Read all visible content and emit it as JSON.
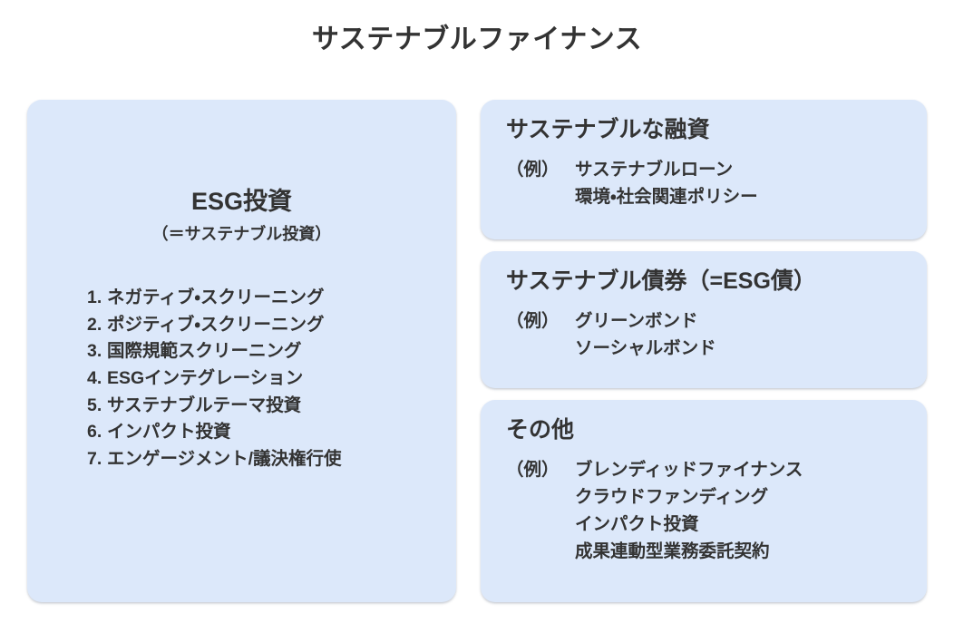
{
  "title": "サステナブルファイナンス",
  "colors": {
    "page_background": "#ffffff",
    "card_background": "#dce8fa",
    "text": "#333333"
  },
  "esg_card": {
    "heading": "ESG投資",
    "subheading": "（＝サステナブル投資）",
    "items": [
      {
        "num": "1.",
        "label": "ネガティブ・スクリーニング"
      },
      {
        "num": "2.",
        "label": "ポジティブ・スクリーニング"
      },
      {
        "num": "3.",
        "label": "国際規範スクリーニング"
      },
      {
        "num": "4.",
        "label": "ESGインテグレーション"
      },
      {
        "num": "5.",
        "label": "サステナブルテーマ投資"
      },
      {
        "num": "6.",
        "label": "インパクト投資"
      },
      {
        "num": "7.",
        "label": "エンゲージメント/議決権行使"
      }
    ]
  },
  "right_cards": [
    {
      "title": "サステナブルな融資",
      "example_label": "（例）",
      "examples": [
        "サステナブルローン",
        "環境・社会関連ポリシー"
      ]
    },
    {
      "title": "サステナブル債券（=ESG債）",
      "example_label": "（例）",
      "examples": [
        "グリーンボンド",
        "ソーシャルボンド"
      ]
    },
    {
      "title": "その他",
      "example_label": "（例）",
      "examples": [
        "ブレンディッドファイナンス",
        "クラウドファンディング",
        "インパクト投資",
        "成果連動型業務委託契約"
      ]
    }
  ]
}
